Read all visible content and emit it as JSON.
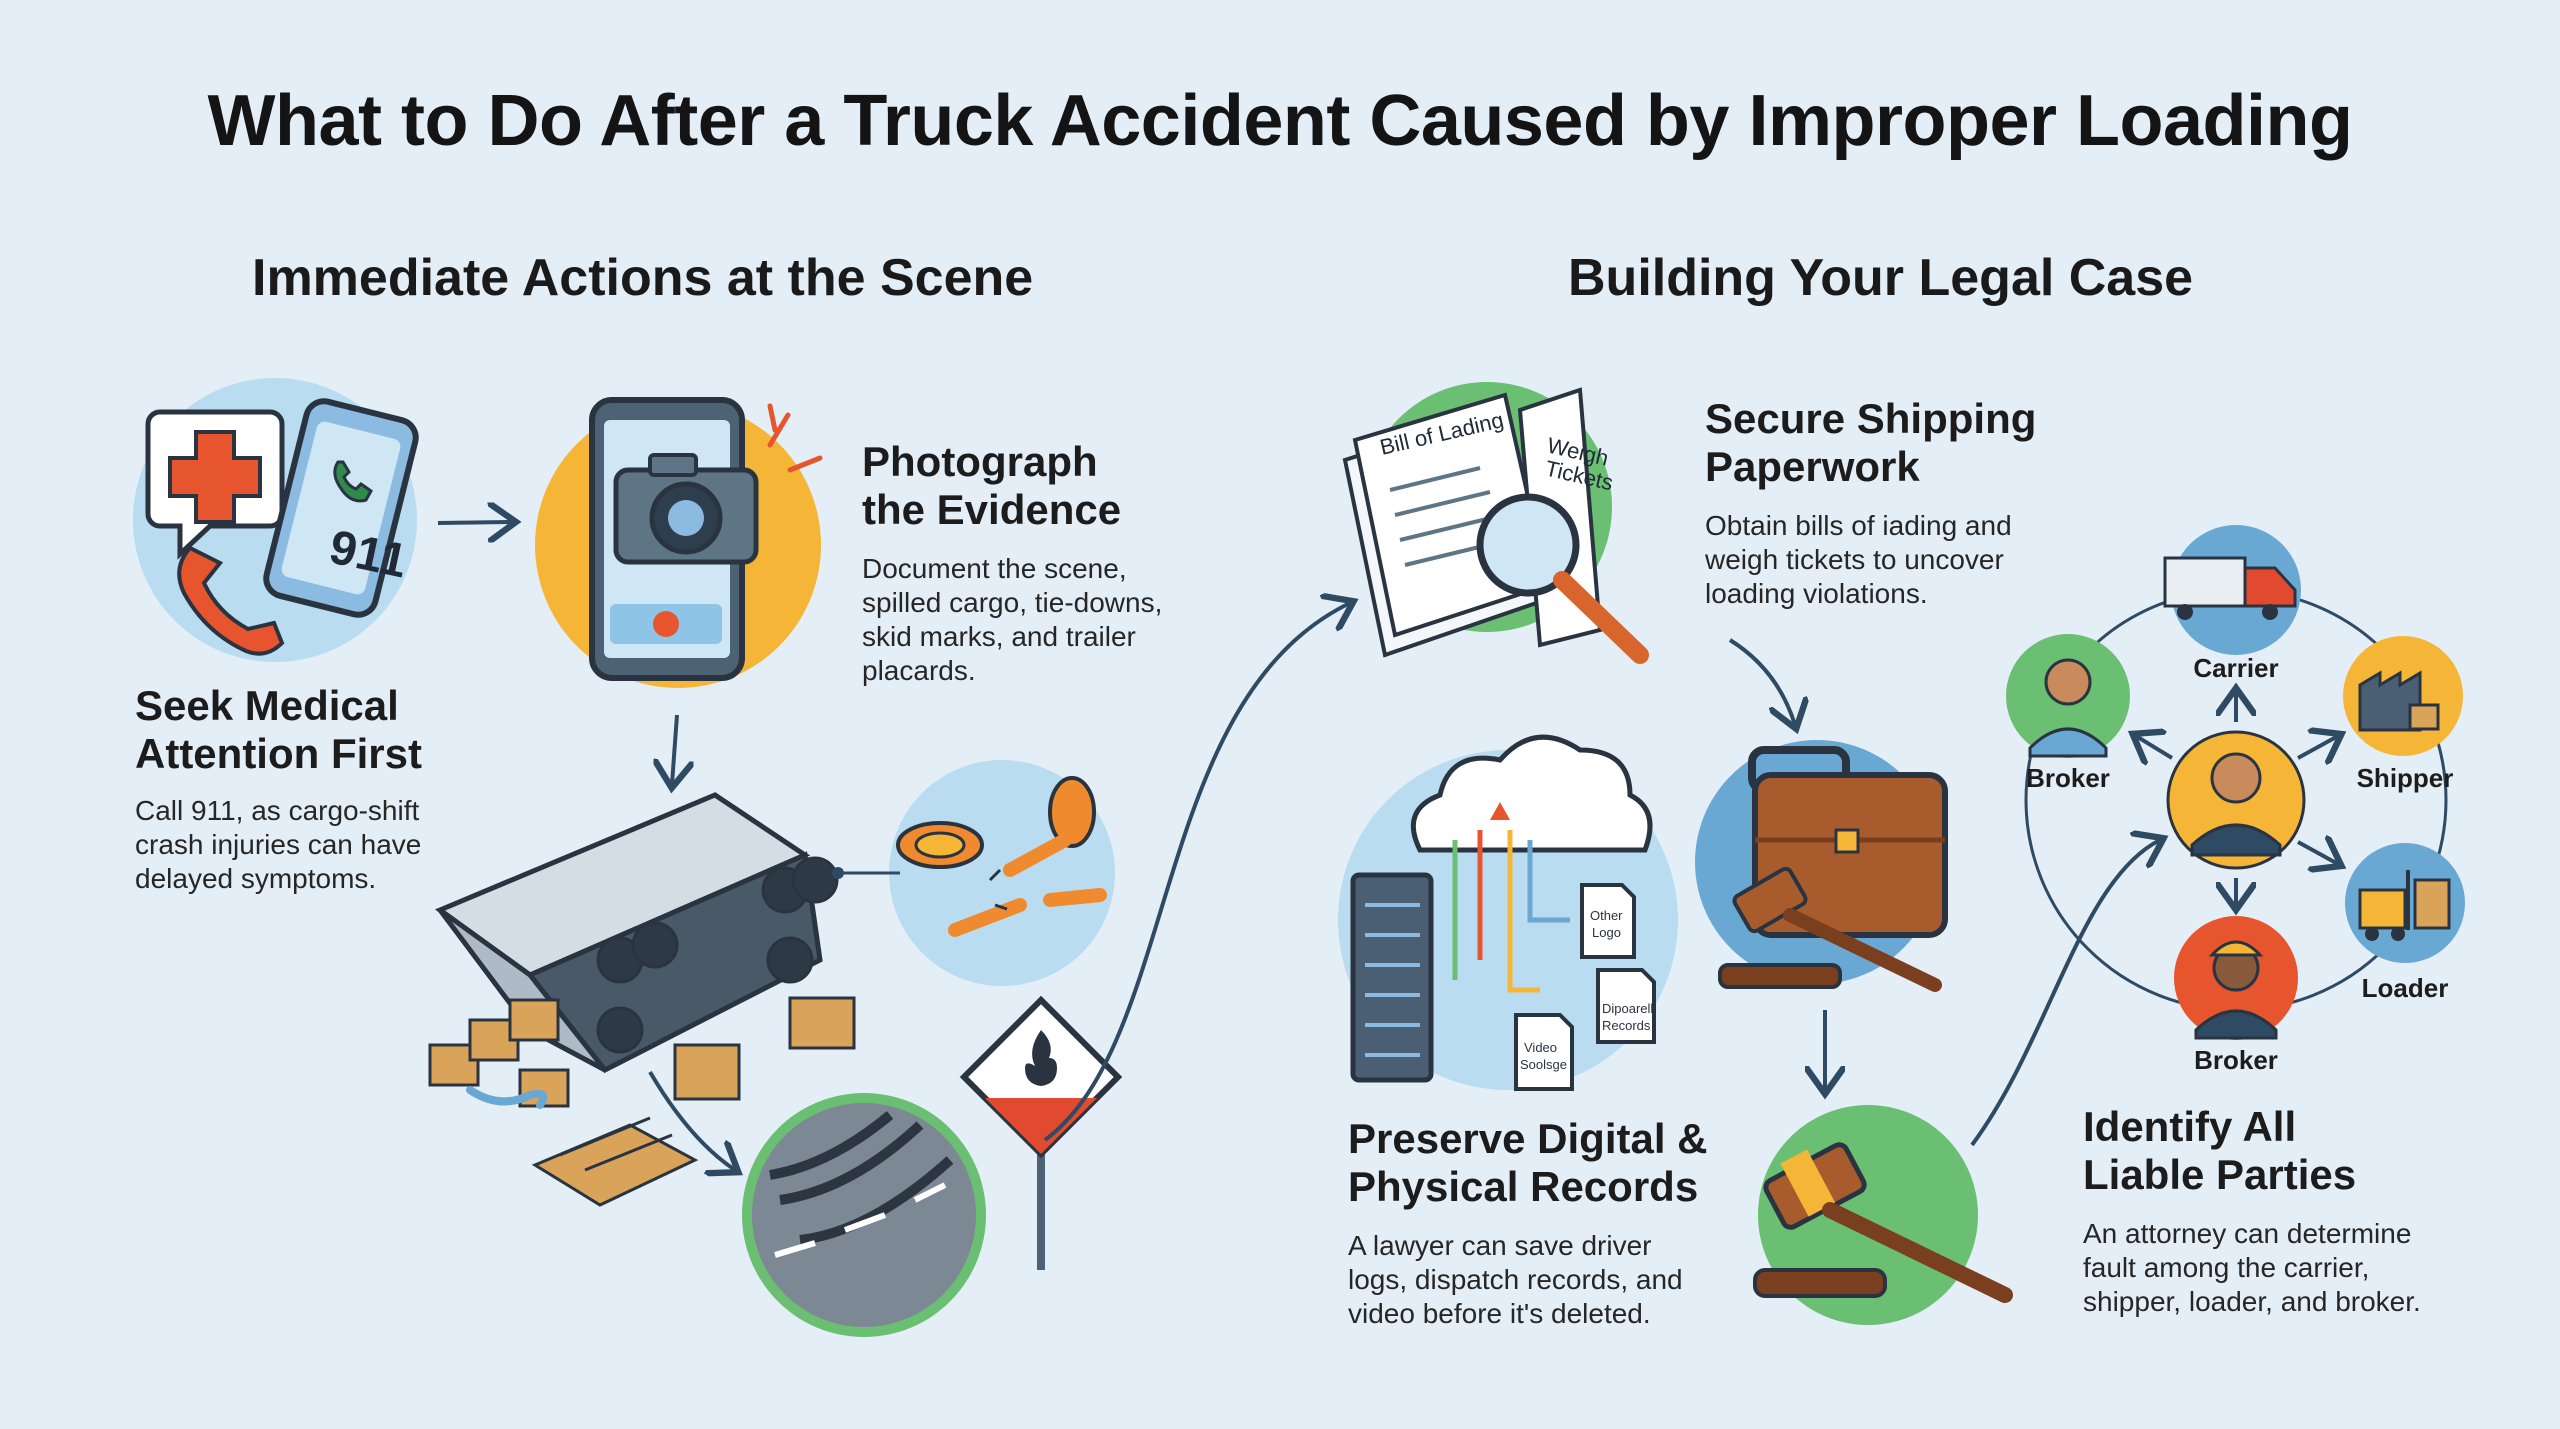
{
  "title": "What to Do After a Truck Accident Caused by Improper Loading",
  "sections": {
    "left": "Immediate Actions at the Scene",
    "right": "Building Your Legal Case"
  },
  "steps": {
    "medical": {
      "title_lines": [
        "Seek Medical",
        "Attention First"
      ],
      "body_lines": [
        "Call 911, as cargo-shift",
        "crash injuries can have",
        "delayed symptoms."
      ]
    },
    "photograph": {
      "title_lines": [
        "Photograph",
        "the Evidence"
      ],
      "body_lines": [
        "Document the scene,",
        "spilled cargo, tie-downs,",
        "skid marks, and trailer",
        "placards."
      ]
    },
    "paperwork": {
      "title_lines": [
        "Secure Shipping",
        "Paperwork"
      ],
      "body_lines": [
        "Obtain bills of iading and",
        "weigh tickets to uncover",
        "loading violations."
      ]
    },
    "records": {
      "title_lines": [
        "Preserve Digital &",
        "Physical Records"
      ],
      "body_lines": [
        "A lawyer can save driver",
        "logs, dispatch records, and",
        "video before it's deleted."
      ]
    },
    "liable": {
      "title_lines": [
        "Identify All",
        "Liable Parties"
      ],
      "body_lines": [
        "An attorney can determine",
        "fault among the carrier,",
        "shipper, loader, and broker."
      ]
    }
  },
  "illustration_text": {
    "phone_number": "911",
    "doc_bill": "Bill of Lading",
    "doc_weigh": [
      "Weigh",
      "Tickets"
    ],
    "file_other": [
      "Other",
      "Logo"
    ],
    "file_dispatch": [
      "Dipoarell",
      "Records"
    ],
    "file_video": [
      "Video",
      "Soolsge"
    ]
  },
  "parties": {
    "carrier": "Carrier",
    "shipper": "Shipper",
    "loader": "Loader",
    "broker_bottom": "Broker",
    "broker_left": "Broker"
  },
  "colors": {
    "background": "#e3eef6",
    "accent_yellow": "#f5b638",
    "accent_blue": "#8ec5e6",
    "accent_green": "#6bbf72",
    "arrow": "#2f4a63",
    "danger_red": "#e24a2f"
  },
  "icons": [
    "medical-cross-icon",
    "phone-911-icon",
    "camera-phone-icon",
    "overturned-trailer-icon",
    "broken-strap-icon",
    "hazmat-placard-icon",
    "skid-marks-icon",
    "documents-magnifier-icon",
    "cloud-server-icon",
    "briefcase-gavel-icon",
    "gavel-icon",
    "liable-parties-network-icon"
  ]
}
